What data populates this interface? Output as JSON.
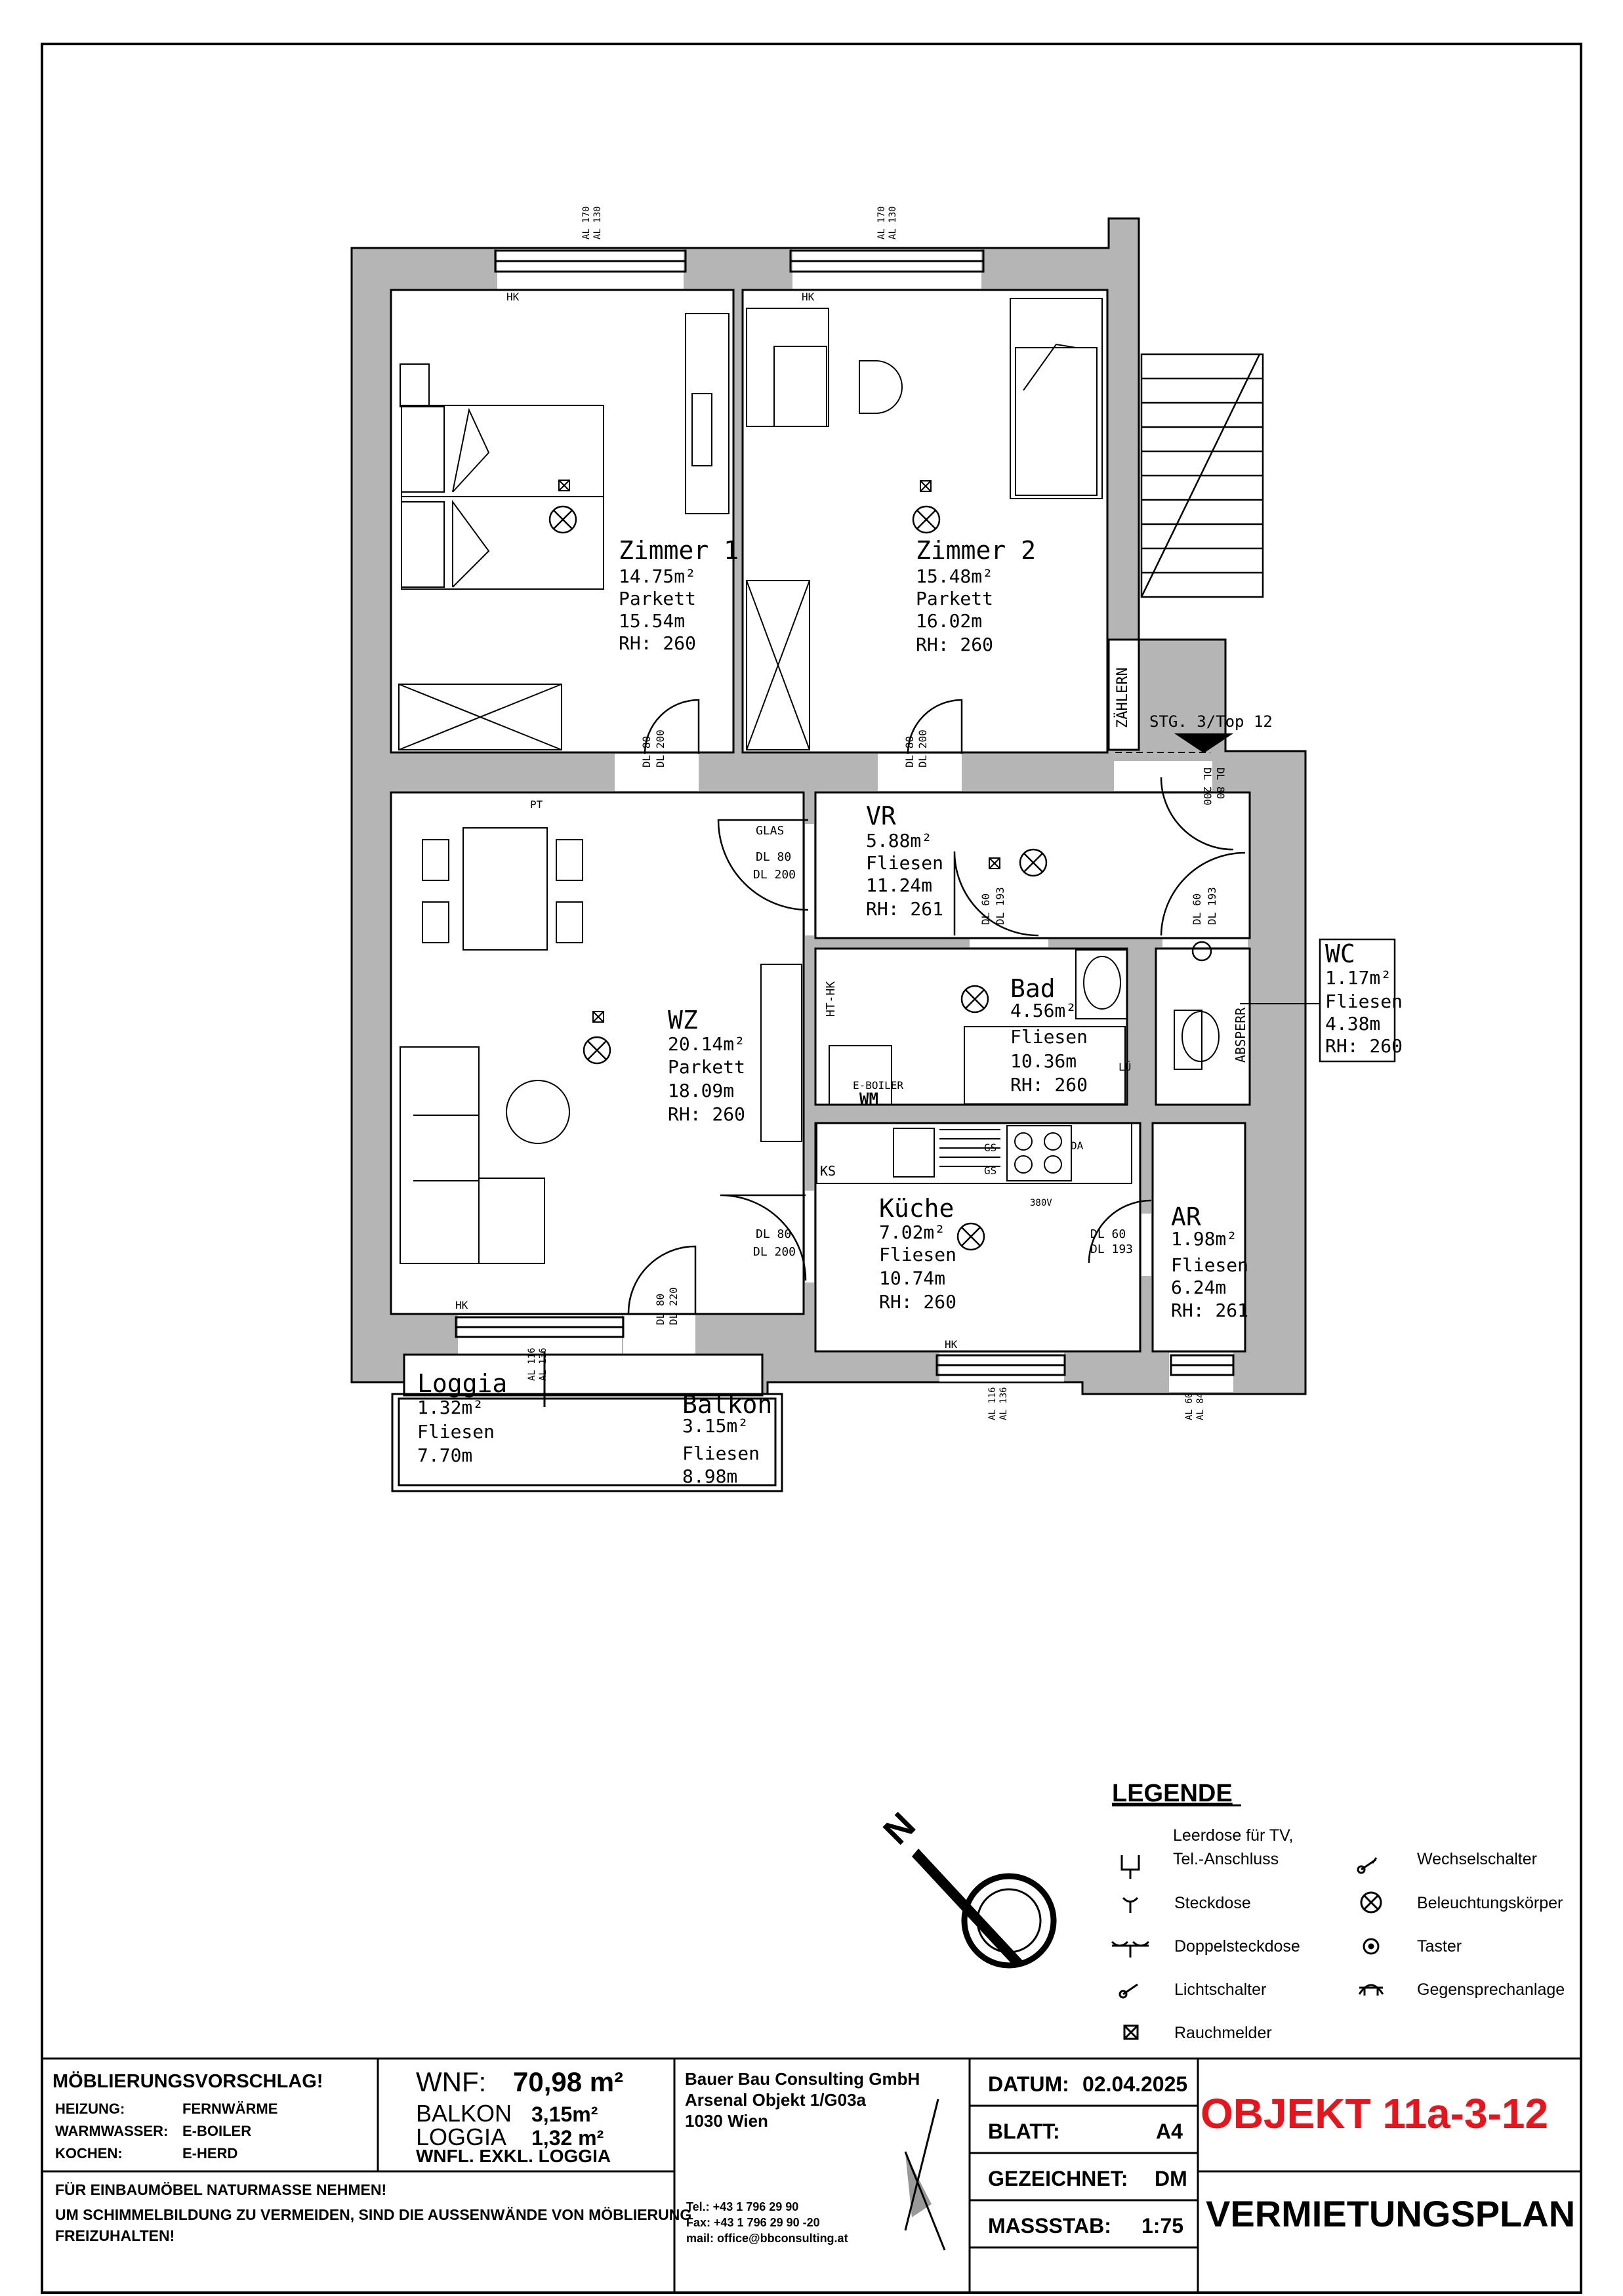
{
  "rooms": [
    {
      "name": "Zimmer 1",
      "area": "14.75m²",
      "floor": "Parkett",
      "perimeter": "15.54m",
      "height": "RH: 260"
    },
    {
      "name": "Zimmer 2",
      "area": "15.48m²",
      "floor": "Parkett",
      "perimeter": "16.02m",
      "height": "RH: 260"
    },
    {
      "name": "VR",
      "area": "5.88m²",
      "floor": "Fliesen",
      "perimeter": "11.24m",
      "height": "RH: 261"
    },
    {
      "name": "WZ",
      "area": "20.14m²",
      "floor": "Parkett",
      "perimeter": "18.09m",
      "height": "RH: 260"
    },
    {
      "name": "Bad",
      "area": "4.56m²",
      "floor": "Fliesen",
      "perimeter": "10.36m",
      "height": "RH: 260"
    },
    {
      "name": "WC",
      "area": "1.17m²",
      "floor": "Fliesen",
      "perimeter": "4.38m",
      "height": "RH: 260"
    },
    {
      "name": "Küche",
      "area": "7.02m²",
      "floor": "Fliesen",
      "perimeter": "10.74m",
      "height": "RH: 260"
    },
    {
      "name": "AR",
      "area": "1.98m²",
      "floor": "Fliesen",
      "perimeter": "6.24m",
      "height": "RH: 261"
    },
    {
      "name": "Loggia",
      "area": "1.32m²",
      "floor": "Fliesen",
      "perimeter": "7.70m",
      "height": ""
    },
    {
      "name": "Balkon",
      "area": "3.15m²",
      "floor": "Fliesen",
      "perimeter": "8.98m",
      "height": ""
    }
  ],
  "annotations": {
    "hk": "HK",
    "al170": "AL 170",
    "al130": "AL 130",
    "al116": "AL 116",
    "al136": "AL 136",
    "al60": "AL 60",
    "al84": "AL 84",
    "pt": "PT",
    "glas": "GLAS",
    "dl80": "DL 80",
    "dl200": "DL 200",
    "dl60": "DL 60",
    "dl193": "DL 193",
    "dl220": "DL 220",
    "stg": "STG. 3/Top 12",
    "zaehlern": "ZÄHLERN",
    "ht_hk": "HT-HK",
    "e_boiler": "E-BOILER",
    "wm": "WM",
    "absperr": "ABSPERR",
    "ks": "KS",
    "gs": "GS",
    "da": "DA",
    "v380": "380V",
    "lu": "LÜ"
  },
  "legend": {
    "title": "LEGENDE",
    "items": [
      {
        "icon": "tv-outlet-icon",
        "label1": "Leerdose für TV,",
        "label2": "Tel.-Anschluss"
      },
      {
        "icon": "socket-icon",
        "label1": "Steckdose",
        "label2": ""
      },
      {
        "icon": "double-socket-icon",
        "label1": "Doppelsteckdose",
        "label2": ""
      },
      {
        "icon": "light-switch-icon",
        "label1": "Lichtschalter",
        "label2": ""
      },
      {
        "icon": "smoke-detector-icon",
        "label1": "Rauchmelder",
        "label2": ""
      },
      {
        "icon": "changeover-switch-icon",
        "label1": "Wechselschalter",
        "label2": ""
      },
      {
        "icon": "light-fixture-icon",
        "label1": "Beleuchtungskörper",
        "label2": ""
      },
      {
        "icon": "push-button-icon",
        "label1": "Taster",
        "label2": ""
      },
      {
        "icon": "intercom-icon",
        "label1": "Gegensprechanlage",
        "label2": ""
      }
    ]
  },
  "north": {
    "label": "N"
  },
  "titleblock": {
    "furnishing": "MÖBLIERUNGSVORSCHLAG!",
    "heating_label": "HEIZUNG:",
    "heating_value": "FERNWÄRME",
    "water_label": "WARMWASSER:",
    "water_value": "E-BOILER",
    "cooking_label": "KOCHEN:",
    "cooking_value": "E-HERD",
    "note1": "FÜR EINBAUMÖBEL NATURMASSE NEHMEN!",
    "note2": "UM SCHIMMELBILDUNG ZU VERMEIDEN, SIND DIE AUSSENWÄNDE VON MÖBLIERUNG",
    "note3": "FREIZUHALTEN!",
    "wnf_label": "WNF:",
    "wnf_value": "70,98 m²",
    "balkon_label": "BALKON",
    "balkon_value": "3,15m²",
    "loggia_label": "LOGGIA",
    "loggia_value": "1,32 m²",
    "wnfl": "WNFL. EXKL. LOGGIA",
    "company": "Bauer Bau Consulting GmbH",
    "project": "Arsenal Objekt 1/G03a",
    "city": "1030 Wien",
    "tel": "Tel.: +43 1 796 29 90",
    "fax": "Fax: +43 1 796 29 90 -20",
    "mail": "mail: office@bbconsulting.at",
    "date_label": "DATUM:",
    "date_value": "02.04.2025",
    "sheet_label": "BLATT:",
    "sheet_value": "A4",
    "drawn_label": "GEZEICHNET:",
    "drawn_value": "DM",
    "scale_label": "MASSSTAB:",
    "scale_value": "1:75",
    "object": "OBJEKT 11a-3-12",
    "plan_type": "VERMIETUNGSPLAN"
  },
  "colors": {
    "wall": "#b5b5b5",
    "line": "#000000",
    "object_red": "#e8141b"
  }
}
